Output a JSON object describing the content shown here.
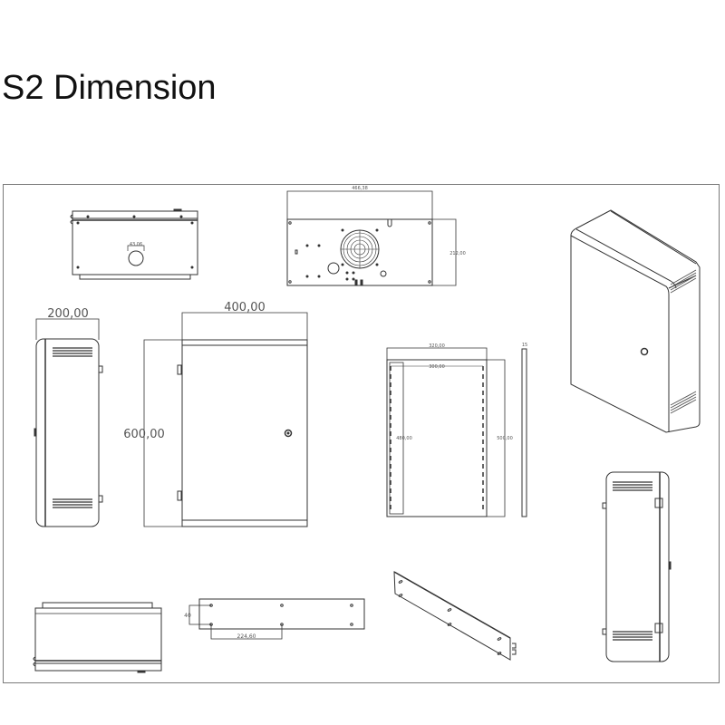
{
  "page": {
    "title": "S2 Dimension"
  },
  "drawing": {
    "views": {
      "top_view": {
        "knockout_label": "43,06"
      },
      "back_plate_view": {
        "width_label": "466,38",
        "height_label": "212,00"
      },
      "side_view_left": {
        "width_label": "200,00"
      },
      "front_view": {
        "width_label": "400,00",
        "height_label": "600,00"
      },
      "mounting_plate_view": {
        "outer_width_label": "320,00",
        "inner_width_label": "300,00",
        "inner_height_label": "480,00",
        "outer_height_label": "500,00",
        "thickness_label": "15"
      },
      "isometric_view": {},
      "side_view_right": {},
      "bottom_view": {},
      "bracket_view": {
        "hole_spacing_v_label": "40",
        "hole_spacing_h_label": "224,60"
      },
      "bracket_isometric_view": {}
    }
  },
  "colors": {
    "line": "#333333",
    "dimension": "#555555",
    "frame": "#7a7a7a"
  }
}
